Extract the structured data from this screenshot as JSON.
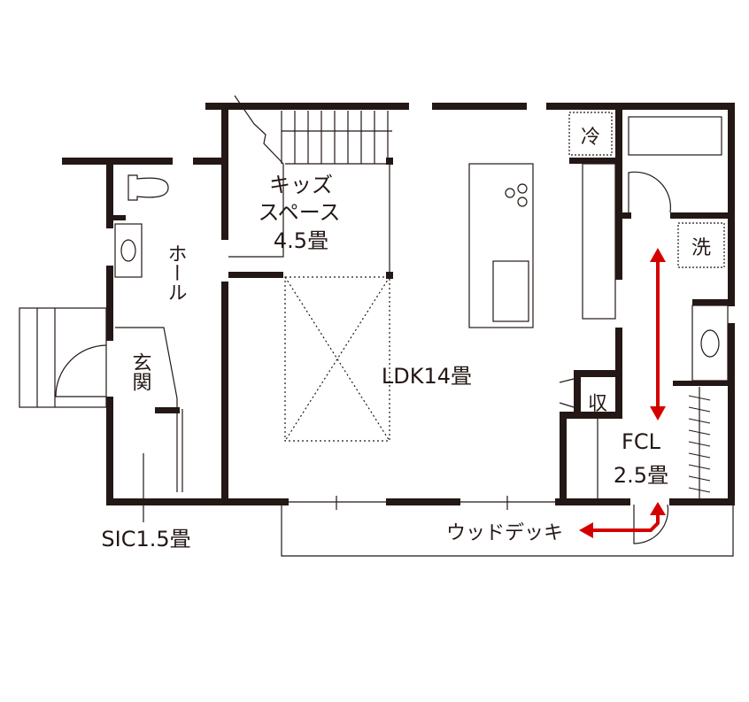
{
  "colors": {
    "wall": "#231815",
    "arrow": "#d40000",
    "line": "#231815"
  },
  "rooms": {
    "kids_space": {
      "line1": "キッズ",
      "line2": "スペース",
      "line3": "4.5畳"
    },
    "hall": "ホール",
    "entrance": "玄関",
    "sic": "SIC1.5畳",
    "ldk": "LDK14畳",
    "fcl": {
      "line1": "FCL",
      "line2": "2.5畳"
    },
    "wood_deck": "ウッドデッキ"
  },
  "fixtures": {
    "fridge": "冷",
    "washer": "洗",
    "storage": "収"
  }
}
